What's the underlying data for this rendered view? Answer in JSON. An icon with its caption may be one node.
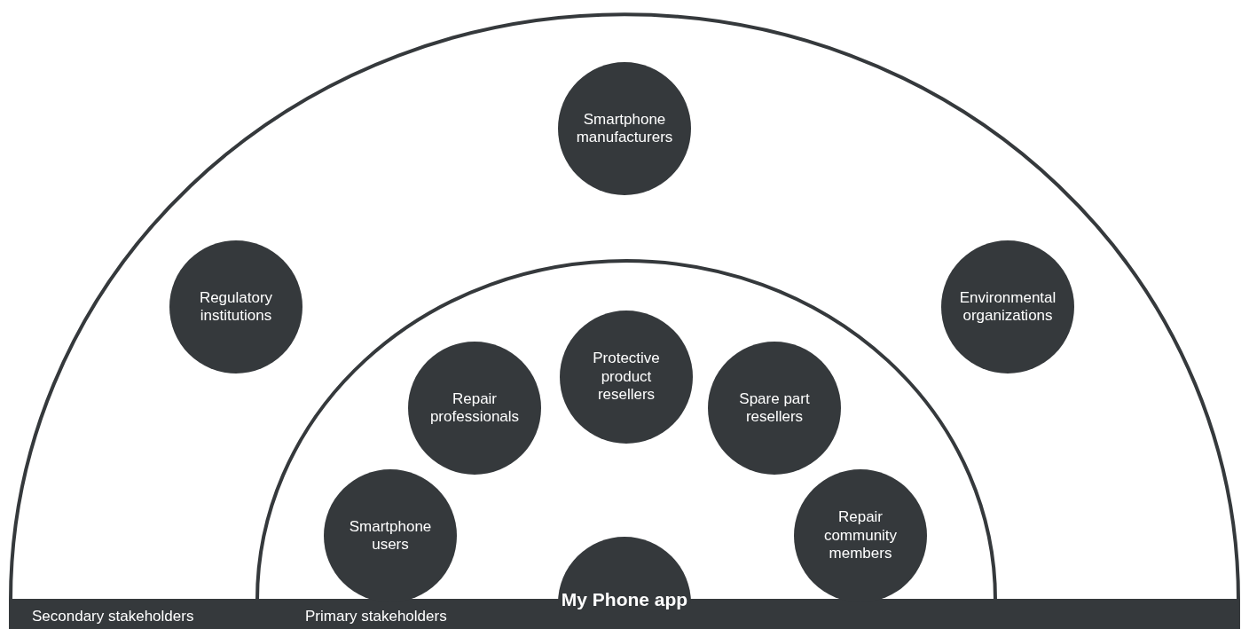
{
  "diagram": {
    "nodes": [
      {
        "text": [
          "Secondary stakeholders"
        ]
      },
      {
        "text": [
          "Smartphone manufacturers"
        ],
        "in": 0
      },
      {
        "text": [
          "Regulatory institutions"
        ],
        "in": 0
      },
      {
        "text": [
          "Environmental organizations"
        ],
        "in": 0
      },
      {
        "text": [
          "Primary stakeholders"
        ],
        "in": 0
      },
      {
        "text": [
          "Protective product resellers"
        ],
        "in": 4
      },
      {
        "text": [
          "Repair professionals"
        ],
        "in": 4
      },
      {
        "text": [
          "Spare part resellers"
        ],
        "in": 4
      },
      {
        "text": [
          "Smartphone users"
        ],
        "in": 4
      },
      {
        "text": [
          "Repair community members"
        ],
        "in": 4
      },
      {
        "text": [
          "My Phone app"
        ],
        "in": 4
      }
    ]
  }
}
